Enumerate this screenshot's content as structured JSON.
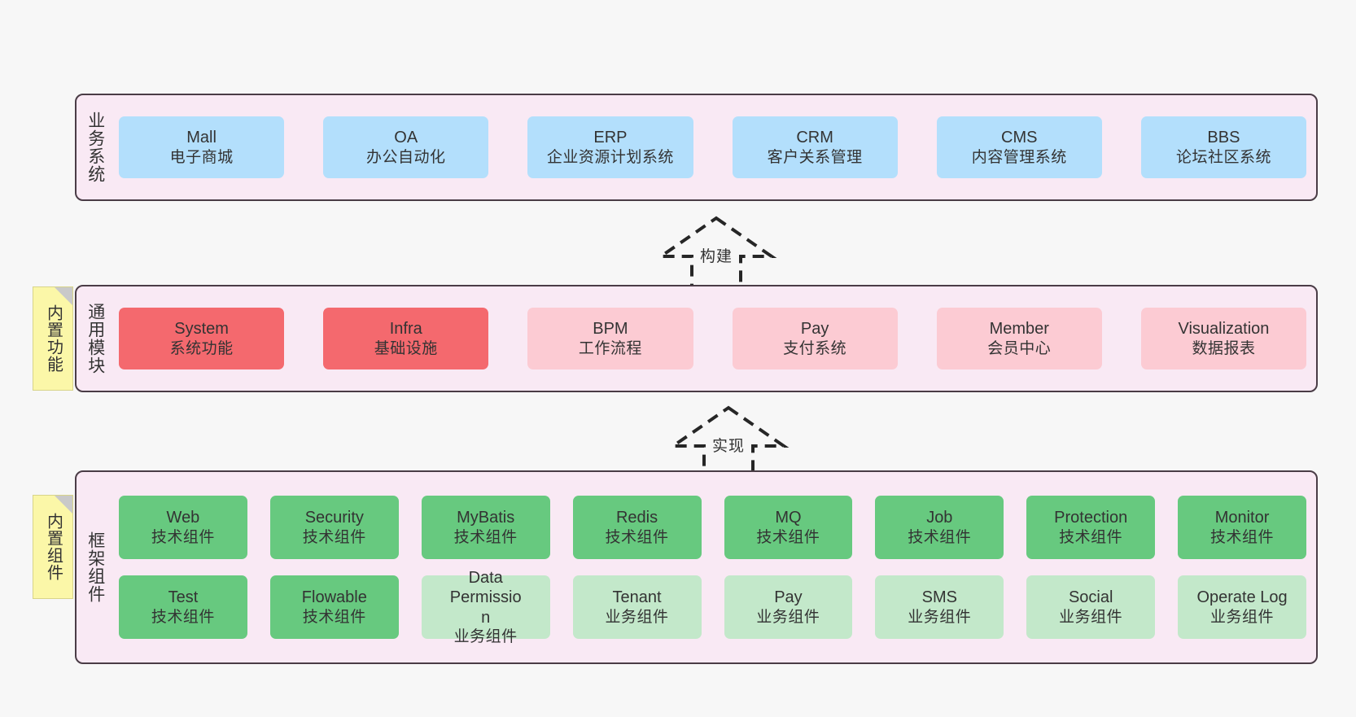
{
  "colors": {
    "background": "#f7f7f7",
    "band_fill": "#f9e9f4",
    "band_border": "#4a3c46",
    "blue": "#b3dffc",
    "red": "#f4696e",
    "pink": "#fccbd3",
    "green": "#67c97f",
    "mint": "#c3e8ca",
    "note_fill": "#fbf7a8",
    "note_fold": "#c9c9c9",
    "text": "#333333"
  },
  "bands": {
    "business": {
      "title": "业务系统",
      "cards": [
        {
          "en": "Mall",
          "cn": "电子商城",
          "color": "blue"
        },
        {
          "en": "OA",
          "cn": "办公自动化",
          "color": "blue"
        },
        {
          "en": "ERP",
          "cn": "企业资源计划系统",
          "color": "blue"
        },
        {
          "en": "CRM",
          "cn": "客户关系管理",
          "color": "blue"
        },
        {
          "en": "CMS",
          "cn": "内容管理系统",
          "color": "blue"
        },
        {
          "en": "BBS",
          "cn": "论坛社区系统",
          "color": "blue"
        }
      ]
    },
    "common": {
      "title": "通用模块",
      "note": "内置功能",
      "cards": [
        {
          "en": "System",
          "cn": "系统功能",
          "color": "red"
        },
        {
          "en": "Infra",
          "cn": "基础设施",
          "color": "red"
        },
        {
          "en": "BPM",
          "cn": "工作流程",
          "color": "pink"
        },
        {
          "en": "Pay",
          "cn": "支付系统",
          "color": "pink"
        },
        {
          "en": "Member",
          "cn": "会员中心",
          "color": "pink"
        },
        {
          "en": "Visualization",
          "cn": "数据报表",
          "color": "pink"
        }
      ]
    },
    "framework": {
      "title": "框架组件",
      "note": "内置组件",
      "row1": [
        {
          "en": "Web",
          "cn": "技术组件",
          "color": "green"
        },
        {
          "en": "Security",
          "cn": "技术组件",
          "color": "green"
        },
        {
          "en": "MyBatis",
          "cn": "技术组件",
          "color": "green"
        },
        {
          "en": "Redis",
          "cn": "技术组件",
          "color": "green"
        },
        {
          "en": "MQ",
          "cn": "技术组件",
          "color": "green"
        },
        {
          "en": "Job",
          "cn": "技术组件",
          "color": "green"
        },
        {
          "en": "Protection",
          "cn": "技术组件",
          "color": "green"
        },
        {
          "en": "Monitor",
          "cn": "技术组件",
          "color": "green"
        }
      ],
      "row2": [
        {
          "en": "Test",
          "cn": "技术组件",
          "color": "green"
        },
        {
          "en": "Flowable",
          "cn": "技术组件",
          "color": "green"
        },
        {
          "en": "Data Permission",
          "cn": "业务组件",
          "color": "mint"
        },
        {
          "en": "Tenant",
          "cn": "业务组件",
          "color": "mint"
        },
        {
          "en": "Pay",
          "cn": "业务组件",
          "color": "mint"
        },
        {
          "en": "SMS",
          "cn": "业务组件",
          "color": "mint"
        },
        {
          "en": "Social",
          "cn": "业务组件",
          "color": "mint"
        },
        {
          "en": "Operate Log",
          "cn": "业务组件",
          "color": "mint"
        }
      ]
    }
  },
  "arrows": [
    {
      "label": "构建",
      "direction": "up"
    },
    {
      "label": "实现",
      "direction": "up"
    }
  ]
}
